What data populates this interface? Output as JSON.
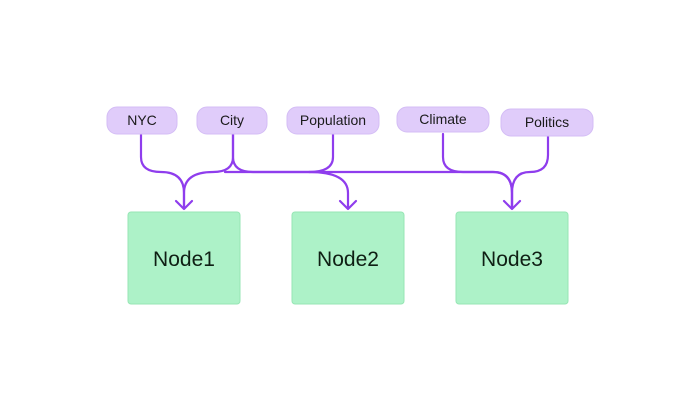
{
  "diagram": {
    "tags": [
      {
        "id": "nyc",
        "label": "NYC"
      },
      {
        "id": "city",
        "label": "City"
      },
      {
        "id": "population",
        "label": "Population"
      },
      {
        "id": "climate",
        "label": "Climate"
      },
      {
        "id": "politics",
        "label": "Politics"
      }
    ],
    "nodes": [
      {
        "id": "node1",
        "label": "Node1"
      },
      {
        "id": "node2",
        "label": "Node2"
      },
      {
        "id": "node3",
        "label": "Node3"
      }
    ],
    "edges": [
      {
        "from": "nyc",
        "to": "node1"
      },
      {
        "from": "city",
        "to": "node1"
      },
      {
        "from": "population",
        "to": "node2"
      },
      {
        "from": "city",
        "to": "node3"
      },
      {
        "from": "climate",
        "to": "node3"
      },
      {
        "from": "politics",
        "to": "node3"
      }
    ]
  },
  "colors": {
    "tag_fill": "#e0ccfa",
    "node_fill": "#adf2c8",
    "edge_stroke": "#8f3ded",
    "background": "#ffffff"
  }
}
